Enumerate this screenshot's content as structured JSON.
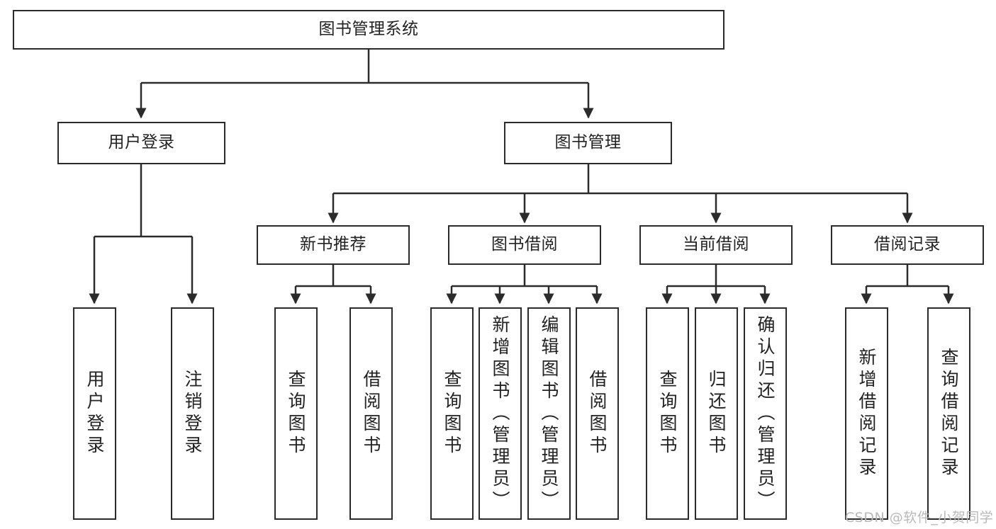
{
  "diagram": {
    "title": "图书管理系统",
    "type": "tree-hierarchy-chart",
    "colors": {
      "box_border": "#2b2b2b",
      "box_fill": "#ffffff",
      "connector": "#2b2b2b",
      "text": "#222222",
      "watermark": "#b9b9b9",
      "background": "#ffffff"
    },
    "watermark": "CSDN @软件_小贺同学",
    "nodes": {
      "root": {
        "label": "图书管理系统"
      },
      "level2": [
        {
          "id": "user-login",
          "label": "用户登录"
        },
        {
          "id": "book-management",
          "label": "图书管理"
        }
      ],
      "level3": [
        {
          "id": "new-book-recommend",
          "label": "新书推荐"
        },
        {
          "id": "book-borrow",
          "label": "图书借阅"
        },
        {
          "id": "current-borrow",
          "label": "当前借阅"
        },
        {
          "id": "borrow-record",
          "label": "借阅记录"
        }
      ],
      "leaves": {
        "user_login": [
          {
            "id": "leaf-user-login",
            "label": "用户登录"
          },
          {
            "id": "leaf-logout-login",
            "label": "注销登录"
          }
        ],
        "new_book_recommend": [
          {
            "id": "leaf-query-book-1",
            "label": "查询图书"
          },
          {
            "id": "leaf-borrow-book-1",
            "label": "借阅图书"
          }
        ],
        "book_borrow": [
          {
            "id": "leaf-query-book-2",
            "label": "查询图书"
          },
          {
            "id": "leaf-add-book",
            "label": "新增图书（管理员）"
          },
          {
            "id": "leaf-edit-book",
            "label": "编辑图书（管理员）"
          },
          {
            "id": "leaf-borrow-book-2",
            "label": "借阅图书"
          }
        ],
        "current_borrow": [
          {
            "id": "leaf-query-book-3",
            "label": "查询图书"
          },
          {
            "id": "leaf-return-book",
            "label": "归还图书"
          },
          {
            "id": "leaf-confirm-return",
            "label": "确认归还（管理员）"
          }
        ],
        "borrow_record": [
          {
            "id": "leaf-add-record",
            "label": "新增借阅记录"
          },
          {
            "id": "leaf-query-record",
            "label": "查询借阅记录"
          }
        ]
      }
    }
  }
}
